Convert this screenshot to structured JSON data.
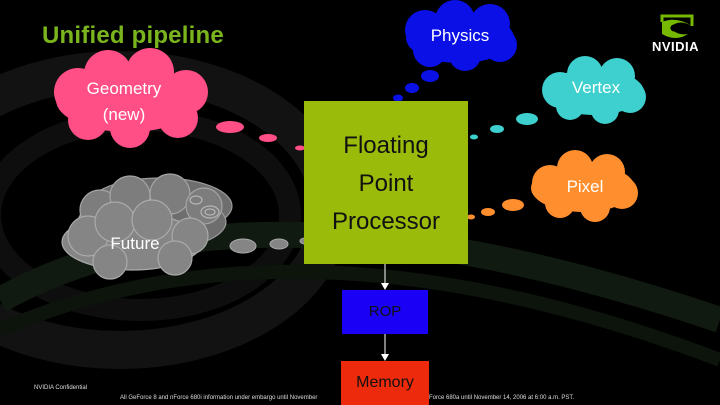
{
  "slide": {
    "title": "Unified pipeline",
    "logo_text": "NVIDIA"
  },
  "diagram": {
    "center_block": {
      "lines": [
        "Floating",
        "Point",
        "Processor"
      ]
    },
    "clouds": {
      "physics": "Physics",
      "vertex": "Vertex",
      "geometry_line1": "Geometry",
      "geometry_line2": "(new)",
      "pixel": "Pixel",
      "future": "Future"
    },
    "rop": "ROP",
    "memory": "Memory"
  },
  "footer": {
    "confidential": "NVIDIA Confidential",
    "embargo_left": "All GeForce 8 and nForce 680i information under embargo until November",
    "embargo_right": "Force 680a until November 14, 2006 at 6:00 a.m. PST."
  },
  "colors": {
    "title": "#7ab51d",
    "physics": "#0a10e6",
    "vertex": "#3ecfcf",
    "geometry": "#ff4f86",
    "pixel": "#ff8f2e",
    "future": "#7d7d7d",
    "center_block": "#9abb0a",
    "rop": "#1a00f5",
    "memory": "#ee2a0c"
  }
}
